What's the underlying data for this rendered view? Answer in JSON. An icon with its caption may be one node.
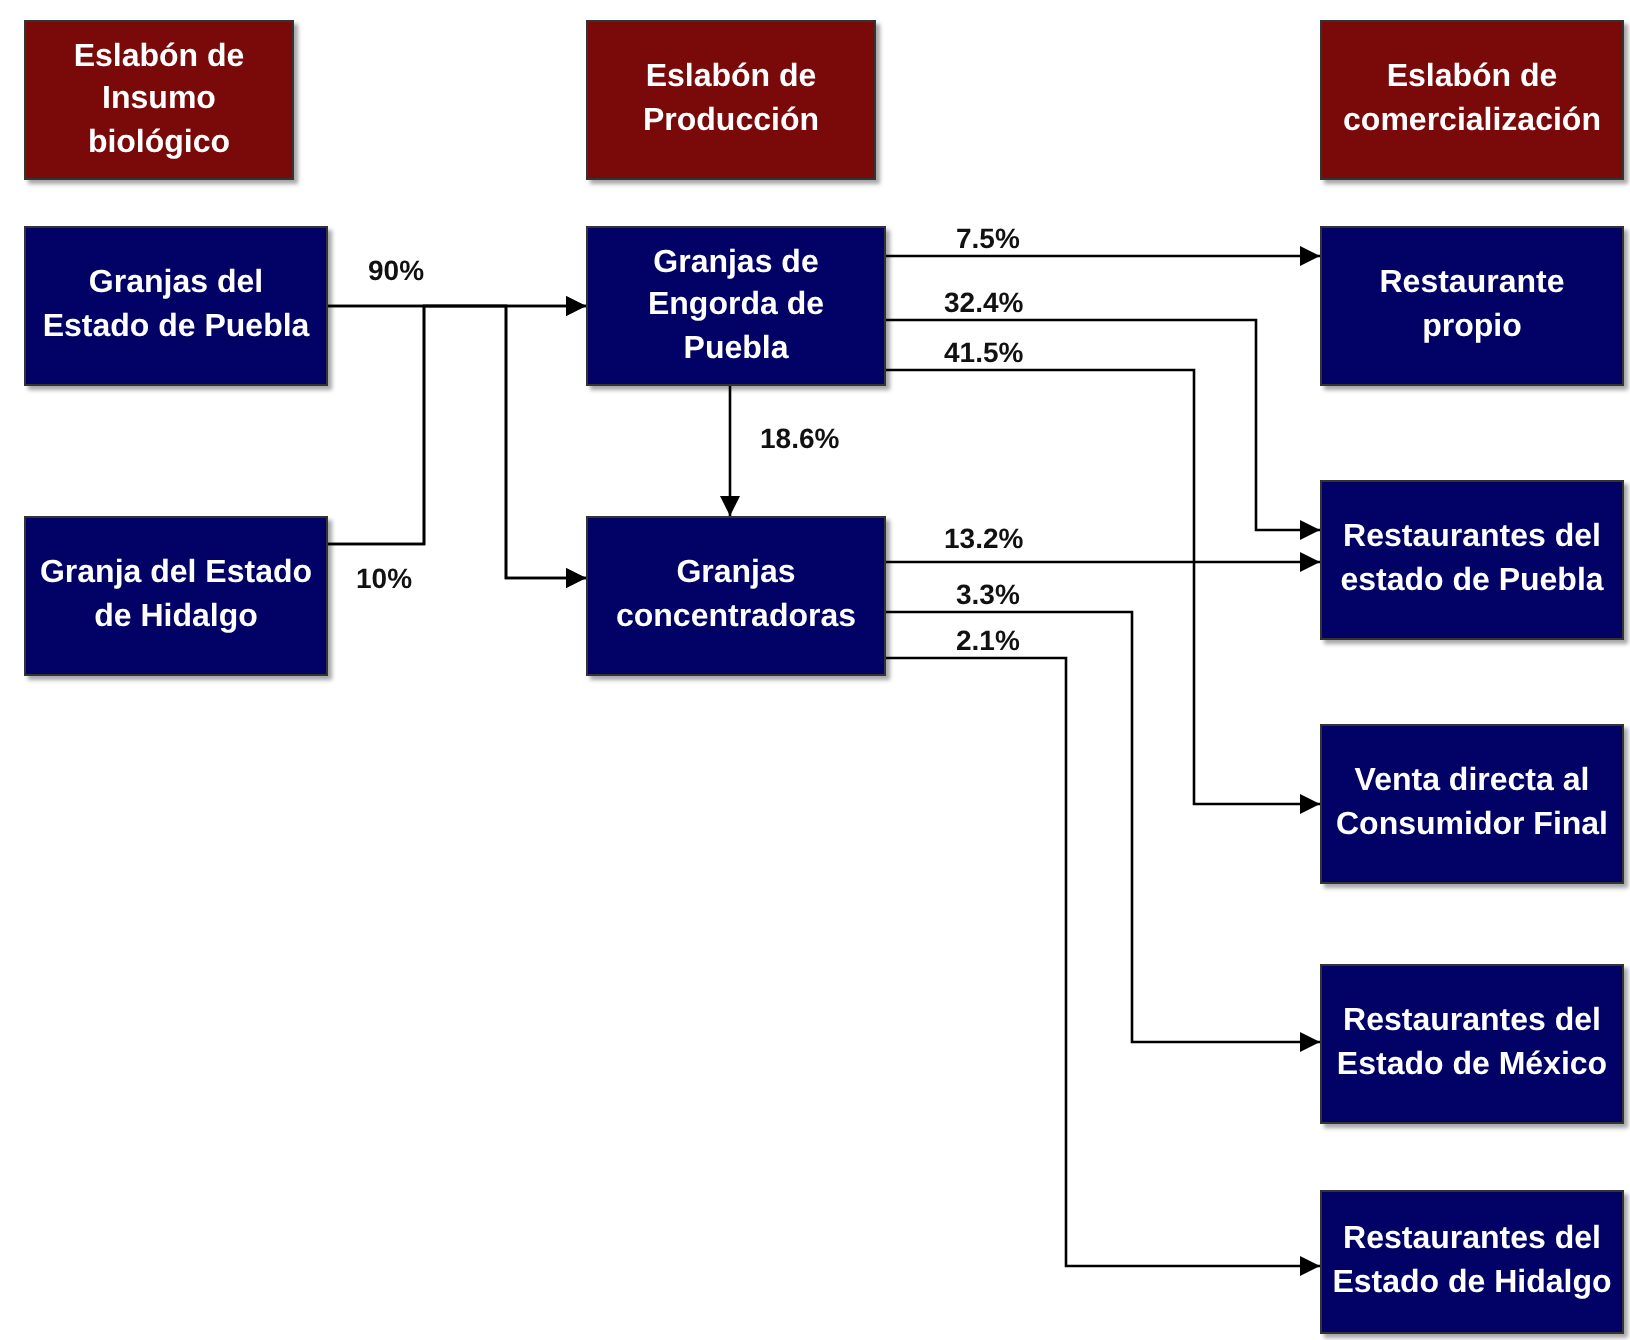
{
  "diagram": {
    "nodes": [
      {
        "text": [
          "Eslabón de Insumo biológico"
        ]
      },
      {
        "text": [
          "Eslabón de Producción"
        ]
      },
      {
        "text": [
          "Eslabón de comercialización"
        ]
      },
      {
        "text": [
          "Granjas del Estado de Puebla"
        ]
      },
      {
        "text": [
          "Granja del Estado de Hidalgo"
        ]
      },
      {
        "text": [
          "Granjas de Engorda de Puebla"
        ]
      },
      {
        "text": [
          "Granjas concentradoras"
        ]
      },
      {
        "text": [
          "Restaurante propio"
        ]
      },
      {
        "text": [
          "Restaurantes del estado de Puebla"
        ]
      },
      {
        "text": [
          "Venta directa al Consumidor Final"
        ]
      },
      {
        "text": [
          "Restaurantes del Estado de México"
        ]
      },
      {
        "text": [
          "Restaurantes del Estado de Hidalgo"
        ]
      }
    ],
    "edges": [
      {
        "from": 3,
        "to": 5,
        "arrow": "to",
        "label": "90%"
      },
      {
        "from": 4,
        "to": 5,
        "arrow": "to",
        "label": "10%"
      },
      {
        "from": 3,
        "to": 6,
        "arrow": "to"
      },
      {
        "from": 4,
        "to": 6,
        "arrow": "to"
      },
      {
        "from": 5,
        "to": 6,
        "arrow": "to",
        "label": "18.6%"
      },
      {
        "from": 5,
        "to": 7,
        "arrow": "to",
        "label": "7.5%"
      },
      {
        "from": 5,
        "to": 8,
        "arrow": "to",
        "label": "32.4%"
      },
      {
        "from": 5,
        "to": 9,
        "arrow": "to",
        "label": "41.5%"
      },
      {
        "from": 6,
        "to": 8,
        "arrow": "to",
        "label": "13.2%"
      },
      {
        "from": 6,
        "to": 10,
        "arrow": "to",
        "label": "3.3%"
      },
      {
        "from": 6,
        "to": 11,
        "arrow": "to",
        "label": "2.1%"
      }
    ]
  }
}
